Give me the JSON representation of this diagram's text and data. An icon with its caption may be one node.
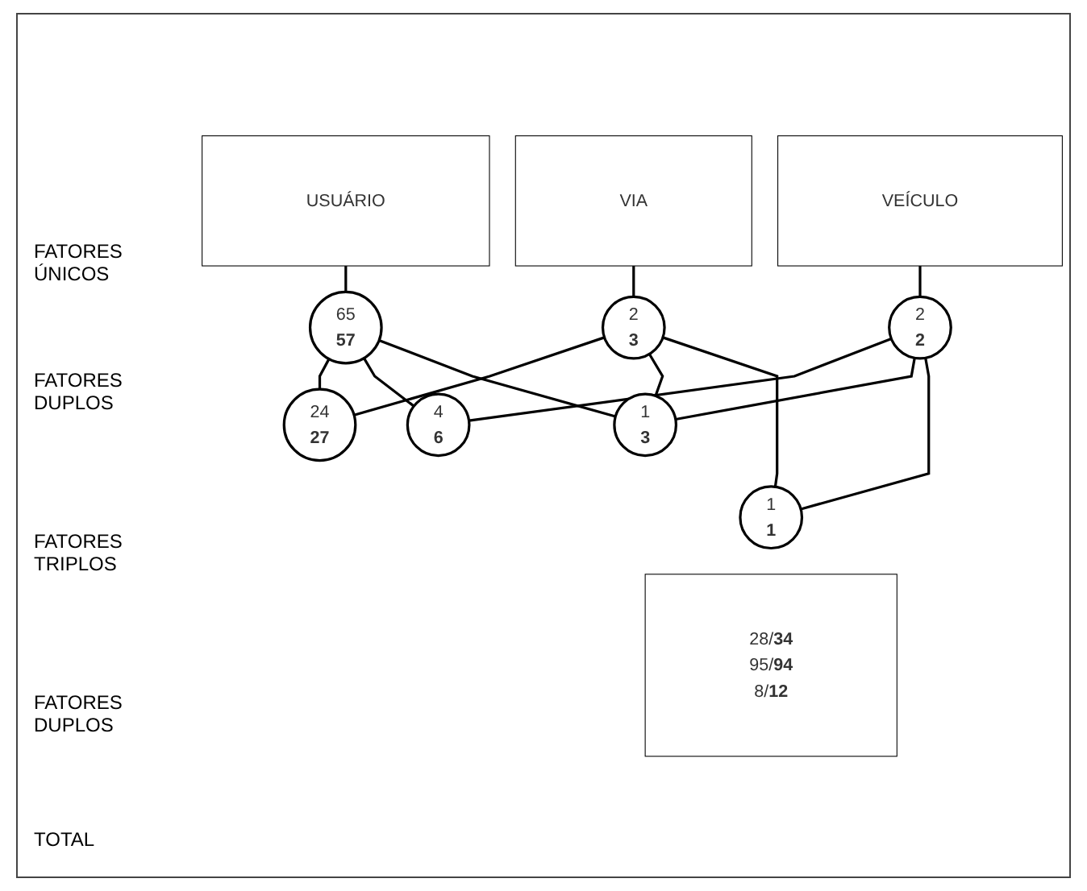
{
  "diagram": {
    "nodes": [
      {
        "text": [
          "VIA"
        ]
      },
      {
        "text": [
          "USUÁRIO"
        ]
      },
      {
        "text": [
          "VEÍCULO"
        ]
      },
      {
        "text": [
          "2",
          "3"
        ]
      },
      {
        "text": [
          "65",
          "57"
        ]
      },
      {
        "text": [
          "2",
          "2"
        ]
      },
      {
        "text": [
          "24",
          "27"
        ]
      },
      {
        "text": [
          "4",
          "6"
        ]
      },
      {
        "text": [
          "1",
          "3"
        ]
      },
      {
        "text": [
          "1",
          "1"
        ]
      },
      {
        "text": [
          "28/**34**",
          "95/**94**",
          "8/**12**"
        ]
      }
    ],
    "edges": [
      {
        "from": 0,
        "to": 3,
        "arrow": "none"
      },
      {
        "from": 1,
        "to": 4,
        "arrow": "none"
      },
      {
        "from": 2,
        "to": 5,
        "arrow": "none"
      },
      {
        "from": 3,
        "to": 6,
        "arrow": "none"
      },
      {
        "from": 4,
        "to": 6,
        "arrow": "none"
      },
      {
        "from": 4,
        "to": 7,
        "arrow": "none"
      },
      {
        "from": 5,
        "to": 7,
        "arrow": "none"
      },
      {
        "from": 4,
        "to": 8,
        "arrow": "none"
      },
      {
        "from": 3,
        "to": 8,
        "arrow": "none"
      },
      {
        "from": 5,
        "to": 8,
        "arrow": "none"
      },
      {
        "from": 3,
        "to": 9,
        "arrow": "none"
      },
      {
        "from": 5,
        "to": 9,
        "arrow": "none"
      }
    ],
    "labels": [
      "FATORES ÚNICOS",
      "FATORES DUPLOS",
      "FATORES TRIPLOS",
      "FATORES DUPLOS",
      "TOTAL"
    ]
  }
}
